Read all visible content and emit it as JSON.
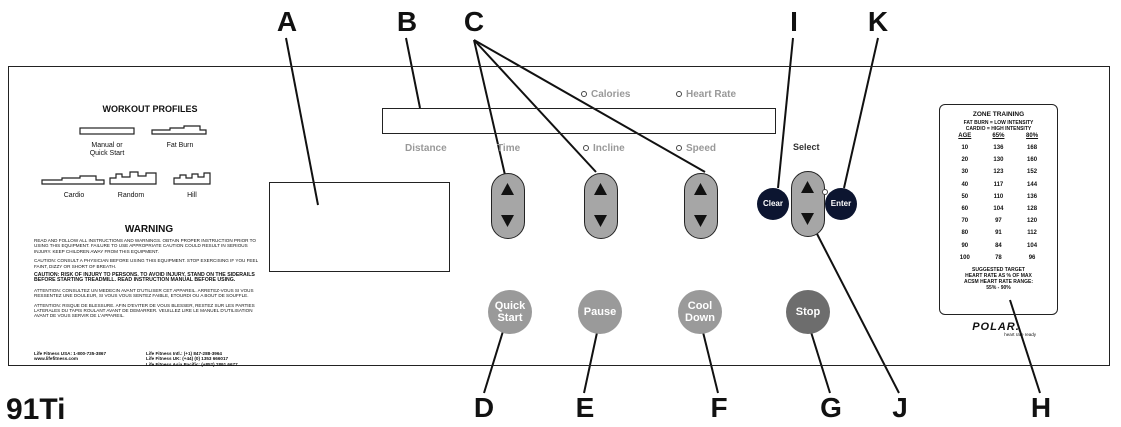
{
  "callouts": [
    "A",
    "B",
    "C",
    "I",
    "K",
    "D",
    "E",
    "F",
    "G",
    "J",
    "H"
  ],
  "model": "91Ti",
  "profiles": {
    "title": "WORKOUT PROFILES",
    "manual": "Manual or",
    "manual2": "Quick Start",
    "fat_burn": "Fat Burn",
    "cardio": "Cardio",
    "random": "Random",
    "hill": "Hill"
  },
  "warning": {
    "title": "WARNING",
    "p1": "READ AND FOLLOW ALL INSTRUCTIONS AND WARNINGS. OBTAIN PROPER INSTRUCTION PRIOR TO USING THIS EQUIPMENT. FAILURE TO USE APPROPRIATE CAUTION COULD RESULT IN SERIOUS INJURY. KEEP CHILDREN AWAY FROM THIS EQUIPMENT.",
    "p2": "CAUTION: CONSULT A PHYSICIAN BEFORE USING THIS EQUIPMENT. STOP EXERCISING IF YOU FEEL FAINT, DIZZY OR SHORT OF BREATH.",
    "p3": "CAUTION: RISK OF INJURY TO PERSONS. TO AVOID INJURY, STAND ON THE SIDERAILS BEFORE STARTING TREADMILL. READ INSTRUCTION MANUAL BEFORE USING.",
    "p4": "ATTENTION: CONSULTEZ UN MEDECIN AVANT D'UTILISER CET APPAREIL. ARRETEZ-VOUS SI VOUS RESSENTEZ UNE DOULEUR, SI VOUS VOUS SENTEZ FAIBLE, ETOURDI OU A BOUT DE SOUFFLE.",
    "p5": "ATTENTION: RISQUE DE BLESSURE. AFIN D'EVITER DE VOUS BLESSER, RESTEZ SUR LES PARTIES LATERALES DU TAPIS ROULANT AVANT DE DEMARRER. VEUILLEZ LIRE LE MANUEL D'UTILISATION AVANT DE VOUS SERVIR DE L'APPAREIL.",
    "contact_left": "Life Fitness USA: 1-800-735-3867",
    "contact_left2": "www.lifefitness.com",
    "contact_r1": "Life Fitness Intl.: (+1) 847-288-3964",
    "contact_r2": "Life Fitness UK: (+44) (0) 1353 666017",
    "contact_r3": "Life Fitness Asia Pacific: (+852) 2891 6677"
  },
  "display": {
    "calories": "Calories",
    "heart_rate": "Heart Rate",
    "distance": "Distance",
    "time": "Time",
    "incline": "Incline",
    "speed": "Speed",
    "select": "Select"
  },
  "buttons": {
    "quick_start_1": "Quick",
    "quick_start_2": "Start",
    "pause": "Pause",
    "cool_down_1": "Cool",
    "cool_down_2": "Down",
    "stop": "Stop",
    "clear": "Clear",
    "enter": "Enter"
  },
  "zone": {
    "title": "ZONE TRAINING",
    "sub1": "FAT BURN = LOW INTENSITY",
    "sub2": "CARDIO = HIGH INTENSITY",
    "headers": [
      "AGE",
      "65%",
      "80%"
    ],
    "rows": [
      [
        "10",
        "136",
        "168"
      ],
      [
        "20",
        "130",
        "160"
      ],
      [
        "30",
        "123",
        "152"
      ],
      [
        "40",
        "117",
        "144"
      ],
      [
        "50",
        "110",
        "136"
      ],
      [
        "60",
        "104",
        "128"
      ],
      [
        "70",
        "97",
        "120"
      ],
      [
        "80",
        "91",
        "112"
      ],
      [
        "90",
        "84",
        "104"
      ],
      [
        "100",
        "78",
        "96"
      ]
    ],
    "foot1": "SUGGESTED TARGET",
    "foot2": "HEART RATE AS % OF MAX",
    "foot3": "ACSM HEART RATE RANGE:",
    "foot4": "55% - 90%"
  },
  "brand": {
    "logo": "POLAR.",
    "tagline": "heart rate ready"
  },
  "colors": {
    "button_light": "#9a9a9a",
    "button_dark": "#6d6d6d",
    "button_navy": "#0c1530",
    "rocker": "#a6a6a6"
  }
}
